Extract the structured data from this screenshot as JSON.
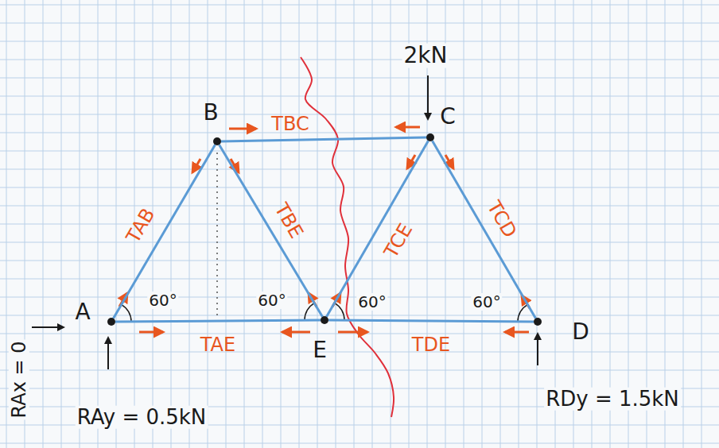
{
  "diagram": {
    "nodes": [
      {
        "text": [
          "B"
        ]
      },
      {
        "text": [
          "C"
        ]
      },
      {
        "text": [
          "A"
        ]
      },
      {
        "text": [
          "E"
        ]
      },
      {
        "text": [
          "D"
        ]
      }
    ],
    "edges": [
      {
        "from": 0,
        "to": 1,
        "arrow": "none",
        "label": "TBC"
      },
      {
        "from": 2,
        "to": 0,
        "arrow": "none",
        "label": "TAB"
      },
      {
        "from": 0,
        "to": 3,
        "arrow": "none",
        "label": "TBE"
      },
      {
        "from": 3,
        "to": 1,
        "arrow": "none",
        "label": "TCE"
      },
      {
        "from": 1,
        "to": 4,
        "arrow": "none",
        "label": "TCD"
      },
      {
        "from": 2,
        "to": 3,
        "arrow": "none",
        "label": "TAE"
      },
      {
        "from": 3,
        "to": 4,
        "arrow": "none",
        "label": "TDE"
      }
    ],
    "labels": [
      "2kN",
      "60°",
      "60°",
      "60°",
      "60°",
      "RAy = 0.5kN",
      "RDy = 1.5kN",
      "RAx = 0"
    ]
  }
}
